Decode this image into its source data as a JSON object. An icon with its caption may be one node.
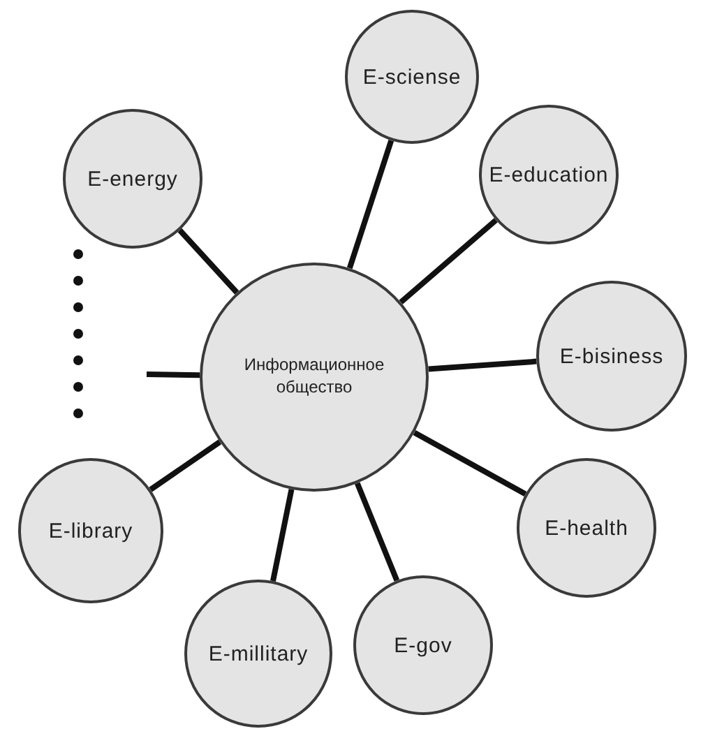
{
  "diagram": {
    "nodes": [
      {
        "text": [
          "Информационное общество"
        ]
      },
      {
        "text": [
          "E-sciense"
        ]
      },
      {
        "text": [
          "E-education"
        ]
      },
      {
        "text": [
          "E-bisiness"
        ]
      },
      {
        "text": [
          "E-health"
        ]
      },
      {
        "text": [
          "E-gov"
        ]
      },
      {
        "text": [
          "E-millitary"
        ]
      },
      {
        "text": [
          "E-library"
        ]
      },
      {
        "text": [
          "E-energy"
        ]
      }
    ],
    "edges": [
      {
        "from": 0,
        "to": 1,
        "arrow": "none"
      },
      {
        "from": 0,
        "to": 2,
        "arrow": "none"
      },
      {
        "from": 0,
        "to": 3,
        "arrow": "none"
      },
      {
        "from": 0,
        "to": 4,
        "arrow": "none"
      },
      {
        "from": 0,
        "to": 5,
        "arrow": "none"
      },
      {
        "from": 0,
        "to": 6,
        "arrow": "none"
      },
      {
        "from": 0,
        "to": 7,
        "arrow": "none"
      },
      {
        "from": 0,
        "to": 8,
        "arrow": "none"
      },
      {
        "from": 0,
        "to": null,
        "arrow": "none"
      }
    ]
  }
}
